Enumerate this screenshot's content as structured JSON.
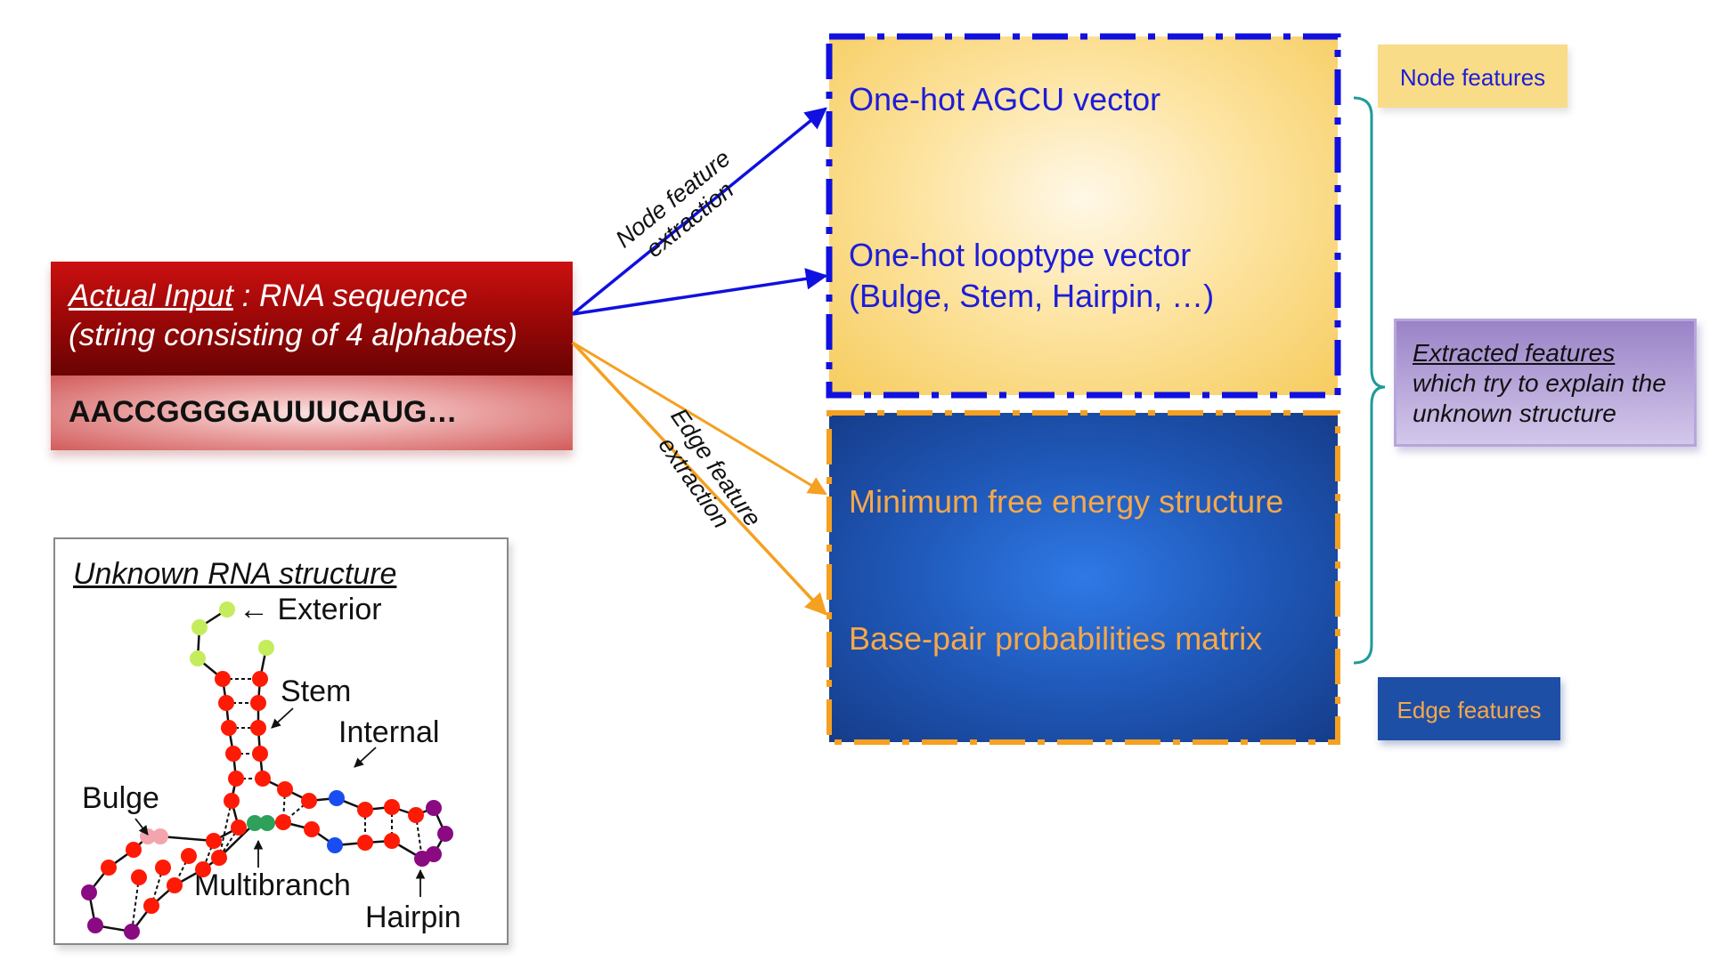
{
  "input": {
    "label_underlined": "Actual Input",
    "label_rest": " : RNA sequence",
    "line2": "(string consisting of 4 alphabets)",
    "sequence": "AACCGGGGAUUUCAUG…"
  },
  "node_box": {
    "item1": "One-hot AGCU vector",
    "item2_line1": "One-hot looptype vector",
    "item2_line2": "(Bulge, Stem, Hairpin, …)"
  },
  "edge_box": {
    "item1": "Minimum free energy structure",
    "item2": "Base-pair probabilities matrix"
  },
  "arrows": {
    "node_line1": "Node feature",
    "node_line2": "extraction",
    "edge_line1": "Edge feature",
    "edge_line2": "extraction"
  },
  "tags": {
    "node": "Node features",
    "edge": "Edge features"
  },
  "extracted": {
    "line1": "Extracted features",
    "line2": "which try to explain the",
    "line3": "unknown structure"
  },
  "structure": {
    "title": "Unknown RNA structure",
    "exterior": "← Exterior",
    "stem": "Stem",
    "internal": "Internal",
    "bulge": "Bulge",
    "multibranch": "Multibranch",
    "hairpin": "Hairpin"
  },
  "colors": {
    "node_text": "#1d1dd8",
    "edge_text": "#f6a84a",
    "node_arrow": "#1010e0",
    "edge_arrow": "#f5a020",
    "brace": "#1f9a9a",
    "stem_node": "#ff1a05",
    "exterior_node": "#c4ec5c",
    "internal_node": "#1a4df0",
    "hairpin_node": "#8a0a82",
    "multibranch_node": "#2ea05a",
    "bulge_node": "#f4a4ac"
  }
}
